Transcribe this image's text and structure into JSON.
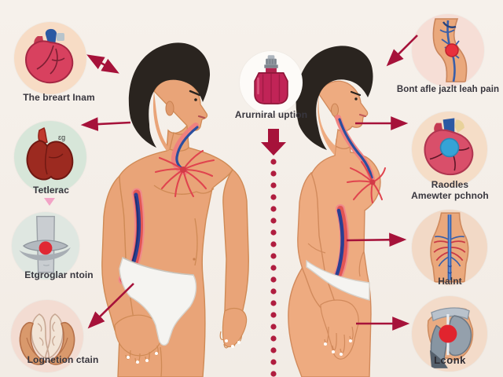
{
  "left_panel": {
    "items": [
      {
        "label": "The breart Inam",
        "icon": "anterior-heart-icon",
        "circle_bg": "#f7dcc5"
      },
      {
        "label": "Tetlerac",
        "icon": "dark-heart-organ-icon",
        "circle_bg": "#d7e6d9",
        "icon_note": "ɛg"
      },
      {
        "label": "Etgroglar ntoin",
        "icon": "bone-joint-icon",
        "circle_bg": "#dfe7e1"
      },
      {
        "label": "Lognetion ctain",
        "icon": "hands-holding-organ-icon",
        "circle_bg": "#f3dcd2"
      }
    ]
  },
  "center_panel": {
    "label": "Arurniral uption",
    "icon": "tincture-bottle-icon",
    "circle_bg": "#fdfbf8"
  },
  "right_panel": {
    "items": [
      {
        "label": "Bont afle jazlt leah pain",
        "icon": "elbow-vein-icon",
        "circle_bg": "#f6ded6"
      },
      {
        "label": "Raodles",
        "label2": "Amewter pchnoh",
        "icon": "heart-blue-dot-icon",
        "circle_bg": "#f5ddc7"
      },
      {
        "label": "Halnt",
        "icon": "spine-back-icon",
        "circle_bg": "#f2d9c6"
      },
      {
        "label": "Lconk",
        "icon": "shoulder-joint-icon",
        "circle_bg": "#f3dbc9"
      }
    ]
  },
  "figures": {
    "left": "male-profile-figure",
    "right": "female-profile-figure"
  },
  "colors": {
    "background": "#f4efe9",
    "arrow": "#a6123a",
    "dot_line": "#b01d3f",
    "skin_male": "#e9a478",
    "skin_female": "#eeab80",
    "hair": "#2a241f",
    "vein_blue": "#2a4f9e",
    "vein_red": "#e0444e",
    "pink_marker": "#f2a3c6"
  }
}
